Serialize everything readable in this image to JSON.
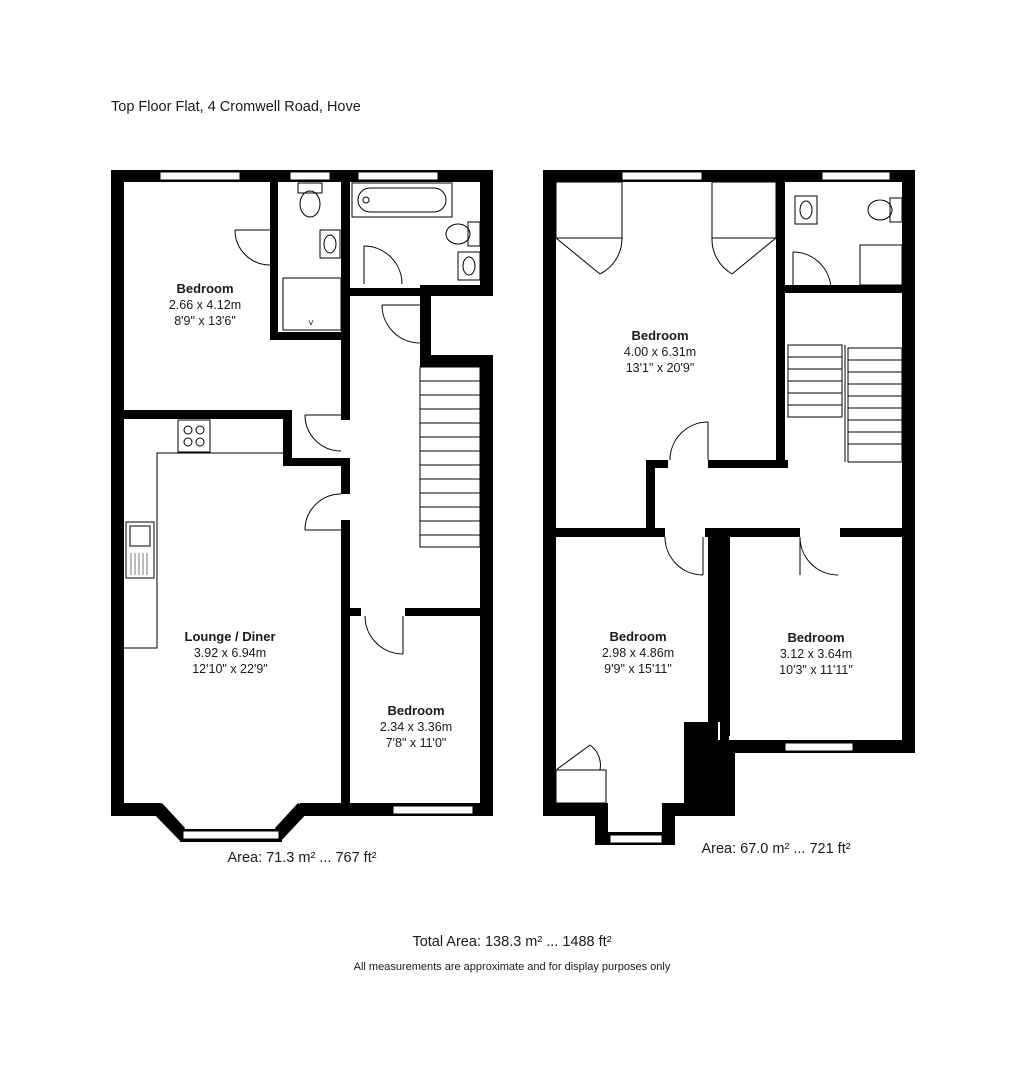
{
  "header": {
    "title": "Top Floor Flat, 4 Cromwell Road, Hove"
  },
  "floors": [
    {
      "area": "Area: 71.3 m² ... 767 ft²",
      "rooms": [
        {
          "name": "Bedroom",
          "metric": "2.66 x 4.12m",
          "imperial": "8'9\" x 13'6\""
        },
        {
          "name": "Lounge / Diner",
          "metric": "3.92 x 6.94m",
          "imperial": "12'10\" x 22'9\""
        },
        {
          "name": "Bedroom",
          "metric": "2.34 x 3.36m",
          "imperial": "7'8\" x 11'0\""
        }
      ]
    },
    {
      "area": "Area: 67.0 m² ... 721 ft²",
      "rooms": [
        {
          "name": "Bedroom",
          "metric": "4.00 x 6.31m",
          "imperial": "13'1\" x 20'9\""
        },
        {
          "name": "Bedroom",
          "metric": "2.98 x 4.86m",
          "imperial": "9'9\" x 15'11\""
        },
        {
          "name": "Bedroom",
          "metric": "3.12 x 3.64m",
          "imperial": "10'3\" x 11'11\""
        }
      ]
    }
  ],
  "footer": {
    "total": "Total Area: 138.3 m² ... 1488 ft²",
    "disclaimer": "All measurements are approximate and for display purposes only"
  }
}
